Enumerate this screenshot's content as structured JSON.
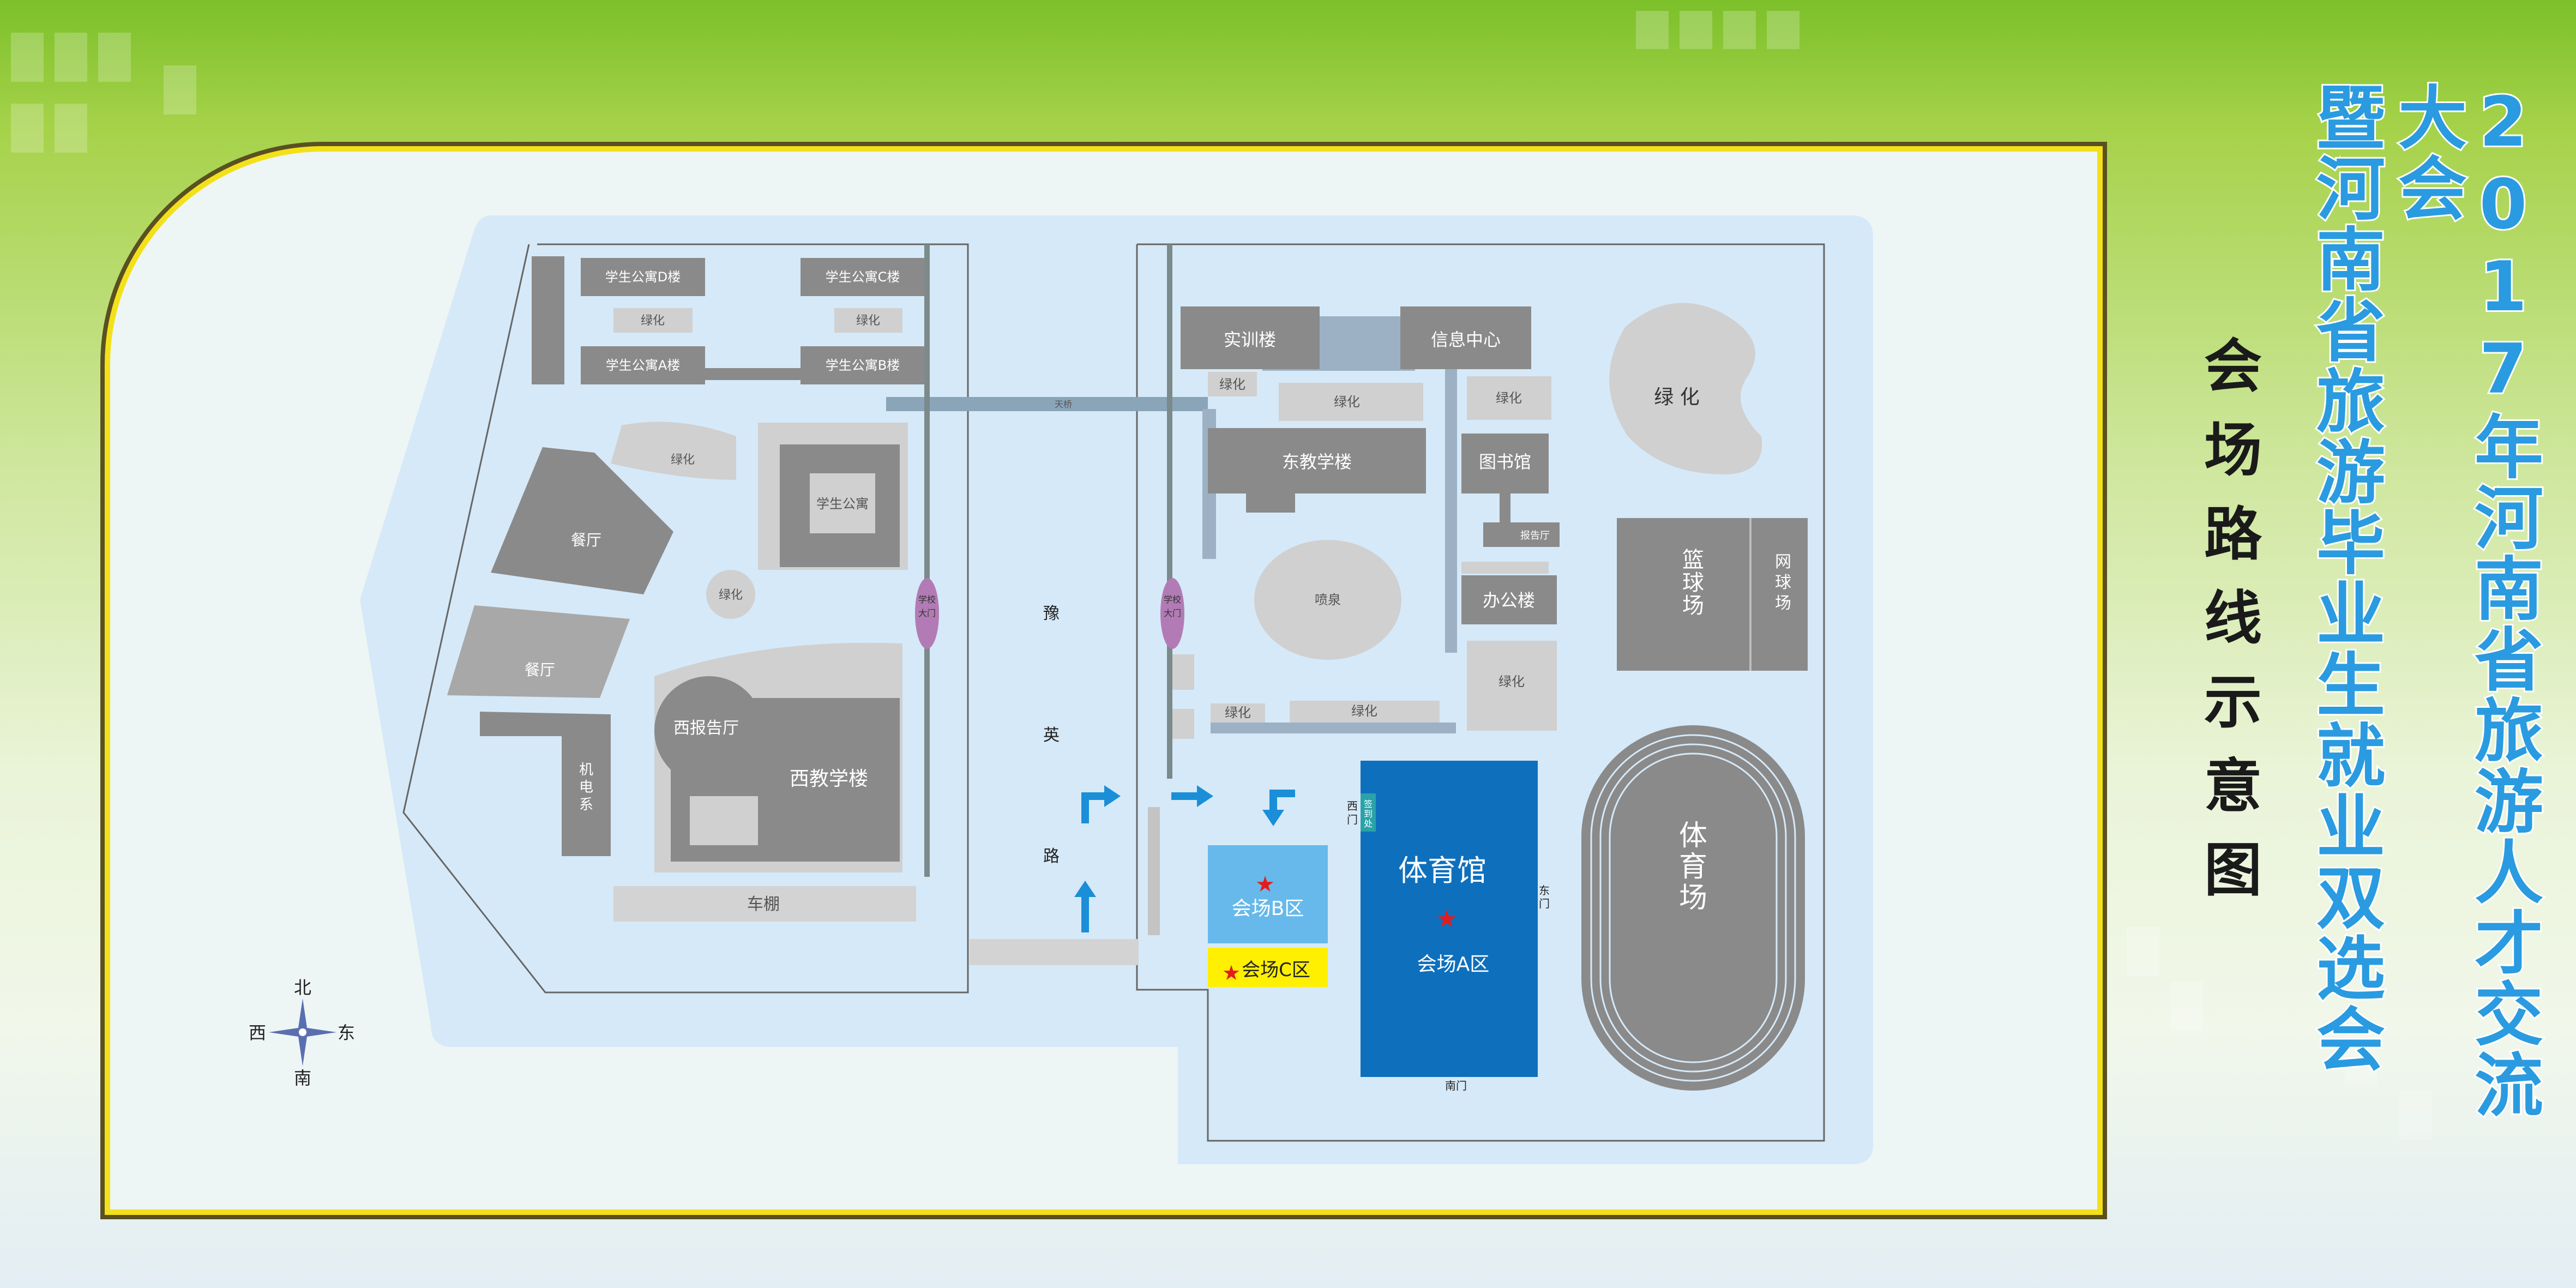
{
  "title_line1": "2017年河南省旅游人才交流大会",
  "title_line2": "暨河南省旅游毕业生就业双选会",
  "map_title": "会场路线示意图",
  "colors": {
    "building": "#8a8a8a",
    "venue_a": "#0e6fbd",
    "venue_b": "#66b9ea",
    "venue_c": "#ffef00",
    "campus": "#d6e9f8",
    "title": "#2a9be0"
  },
  "west": {
    "dorm_d": "学生公寓D楼",
    "dorm_c": "学生公寓C楼",
    "dorm_a": "学生公寓A楼",
    "dorm_b": "学生公寓B楼",
    "green": "绿化",
    "dorm": "学生公寓",
    "canteen1": "餐厅",
    "canteen2": "餐厅",
    "mech": "机电系",
    "west_hall": "西报告厅",
    "west_teach": "西教学楼",
    "shed": "车棚",
    "gate": "学校大门",
    "bridge": "天桥"
  },
  "road": {
    "c1": "豫",
    "c2": "英",
    "c3": "路"
  },
  "east": {
    "training": "实训楼",
    "info": "信息中心",
    "green": "绿化",
    "east_teach": "东教学楼",
    "library": "图书馆",
    "report": "报告厅",
    "fountain": "喷泉",
    "office": "办公楼",
    "gate": "学校大门",
    "basketball": "篮球场",
    "tennis": "网球场",
    "gym": "体育馆",
    "venue_a": "会场A区",
    "venue_b": "会场B区",
    "venue_c": "会场C区",
    "stadium": "体育场",
    "west_door": "西门",
    "east_door": "东门",
    "south_door": "南门",
    "signin": "签到处",
    "green_big": "绿 化"
  },
  "compass": {
    "n": "北",
    "s": "南",
    "w": "西",
    "e": "东"
  }
}
